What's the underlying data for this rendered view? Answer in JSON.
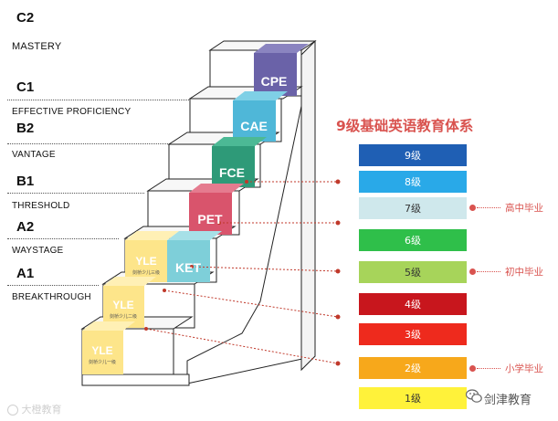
{
  "cefr_levels": [
    {
      "code": "C2",
      "name": "MASTERY"
    },
    {
      "code": "C1",
      "name": "EFFECTIVE PROFICIENCY"
    },
    {
      "code": "B2",
      "name": "VANTAGE"
    },
    {
      "code": "B1",
      "name": "THRESHOLD"
    },
    {
      "code": "A2",
      "name": "WAYSTAGE"
    },
    {
      "code": "A1",
      "name": "BREAKTHROUGH"
    }
  ],
  "exam_blocks": [
    {
      "label": "CPE",
      "color": "#6a62a8"
    },
    {
      "label": "CAE",
      "color": "#4fb7d8"
    },
    {
      "label": "FCE",
      "color": "#2e9a78"
    },
    {
      "label": "PET",
      "color": "#d9546c"
    },
    {
      "label": "KET",
      "color": "#7ecfd9"
    },
    {
      "label": "YLE",
      "sub": "剑桥少儿三级",
      "color": "#fde58a"
    },
    {
      "label": "YLE",
      "sub": "剑桥少儿二级",
      "color": "#fde58a"
    },
    {
      "label": "YLE",
      "sub": "剑桥少儿一级",
      "color": "#fde58a"
    }
  ],
  "system_title": "9级基础英语教育体系",
  "levels": [
    {
      "label": "9级",
      "color": "#1f5fb4",
      "text_color": "#ffffff"
    },
    {
      "label": "8级",
      "color": "#29a9e8",
      "text_color": "#ffffff"
    },
    {
      "label": "7级",
      "color": "#cfe8ec",
      "text_color": "#333333"
    },
    {
      "label": "6级",
      "color": "#2fbf4a",
      "text_color": "#ffffff"
    },
    {
      "label": "5级",
      "color": "#a7d45a",
      "text_color": "#333333"
    },
    {
      "label": "4级",
      "color": "#c8161d",
      "text_color": "#ffffff"
    },
    {
      "label": "3级",
      "color": "#ee2a1d",
      "text_color": "#ffffff"
    },
    {
      "label": "2级",
      "color": "#f7a81b",
      "text_color": "#ffffff"
    },
    {
      "label": "1级",
      "color": "#fff23a",
      "text_color": "#333333"
    }
  ],
  "markers": [
    {
      "label": "高中毕业"
    },
    {
      "label": "初中毕业"
    },
    {
      "label": "小学毕业"
    }
  ],
  "watermark_left": "大橙教育",
  "watermark_right": "剑津教育",
  "accent_color": "#d9534f"
}
